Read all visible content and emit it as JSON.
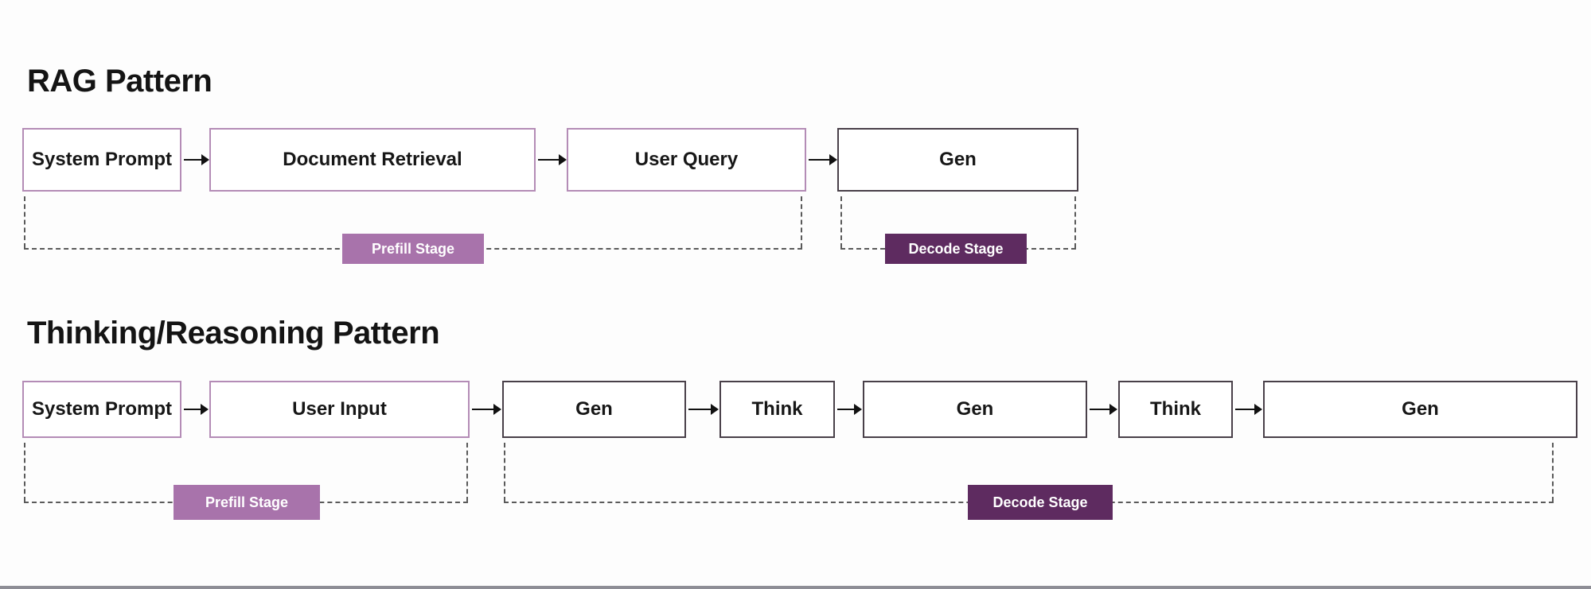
{
  "colors": {
    "light_box_border": "#b48cb6",
    "dark_box_border": "#494049",
    "prefill_badge_bg": "#a873ab",
    "decode_badge_bg": "#5e2b60",
    "badge_text": "#ffffff",
    "dashed_line": "#5a5a5a",
    "arrow": "#111111",
    "title_text": "#141414",
    "background": "#fdfdfd",
    "bottom_edge": "#8e8e96"
  },
  "diagrams": [
    {
      "title": "RAG Pattern",
      "nodes": [
        {
          "label": "System Prompt",
          "style": "light"
        },
        {
          "label": "Document Retrieval",
          "style": "light"
        },
        {
          "label": "User Query",
          "style": "light"
        },
        {
          "label": "Gen",
          "style": "dark"
        }
      ],
      "stages": [
        {
          "label": "Prefill Stage",
          "covers": [
            "System Prompt",
            "Document Retrieval",
            "User Query"
          ]
        },
        {
          "label": "Decode Stage",
          "covers": [
            "Gen"
          ]
        }
      ]
    },
    {
      "title": "Thinking/Reasoning Pattern",
      "nodes": [
        {
          "label": "System Prompt",
          "style": "light"
        },
        {
          "label": "User Input",
          "style": "light"
        },
        {
          "label": "Gen",
          "style": "dark"
        },
        {
          "label": "Think",
          "style": "dark"
        },
        {
          "label": "Gen",
          "style": "dark"
        },
        {
          "label": "Think",
          "style": "dark"
        },
        {
          "label": "Gen",
          "style": "dark"
        }
      ],
      "stages": [
        {
          "label": "Prefill Stage",
          "covers": [
            "System Prompt",
            "User Input"
          ]
        },
        {
          "label": "Decode Stage",
          "covers": [
            "Gen",
            "Think",
            "Gen",
            "Think",
            "Gen"
          ]
        }
      ]
    }
  ]
}
